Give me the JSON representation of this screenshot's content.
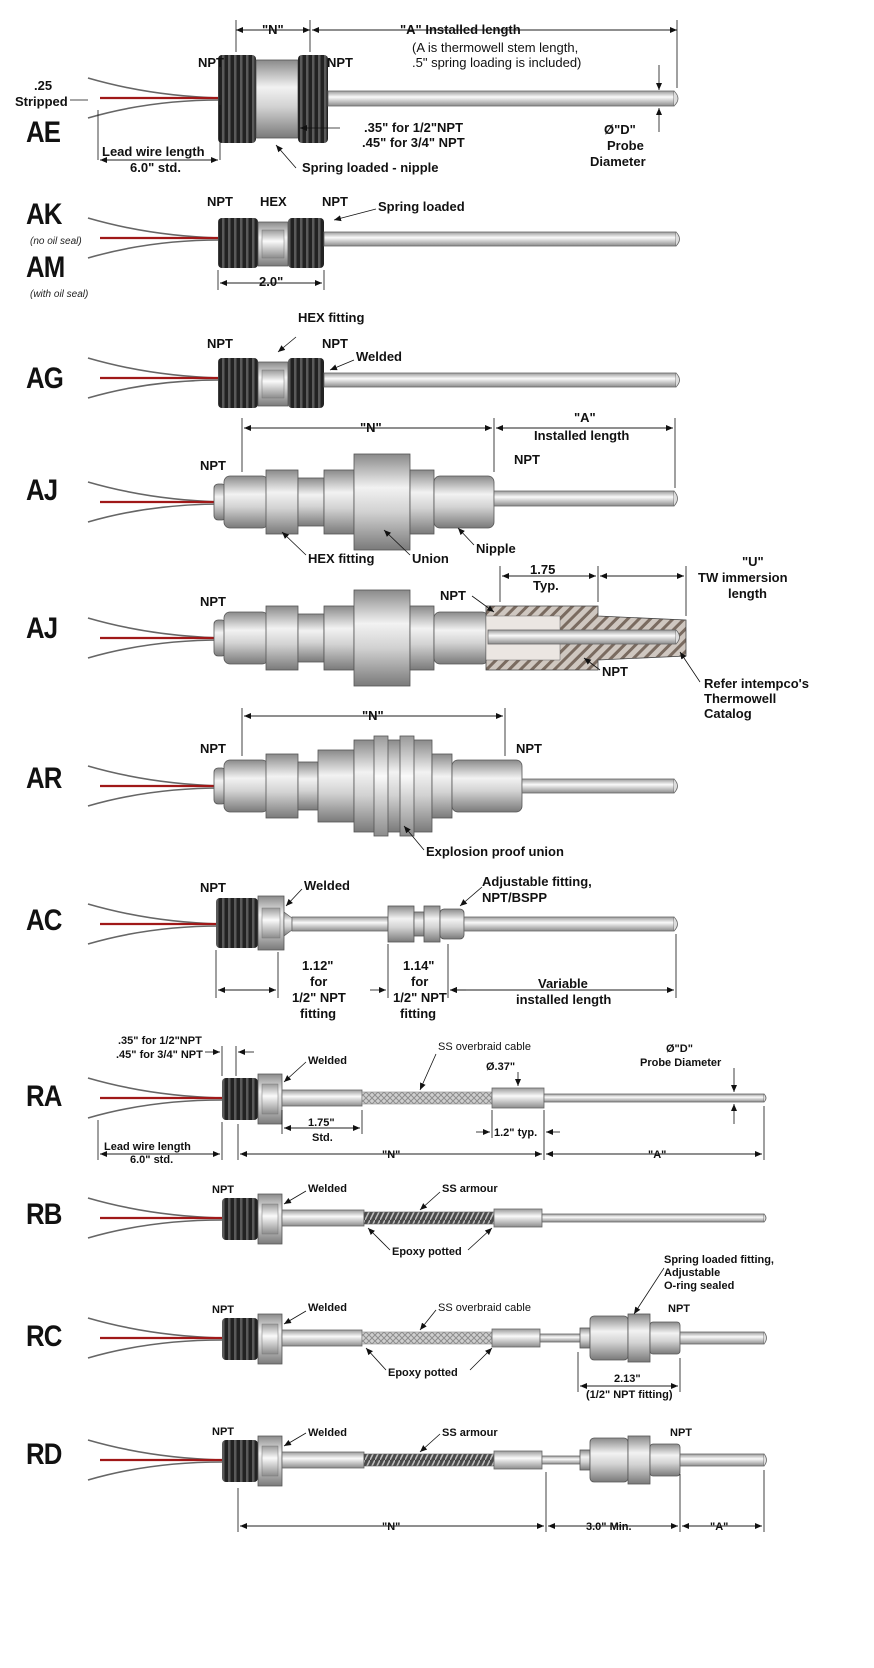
{
  "codes": {
    "ae": "AE",
    "ak": "AK",
    "am": "AM",
    "ag": "AG",
    "aj1": "AJ",
    "aj2": "AJ",
    "ar": "AR",
    "ac": "AC",
    "ra": "RA",
    "rb": "RB",
    "rc": "RC",
    "rd": "RD"
  },
  "notes": {
    "ak": "(no oil seal)",
    "am": "(with oil seal)"
  },
  "ae": {
    "npt": "NPT",
    "n": "\"N\"",
    "a": "\"A\" Installed length",
    "a_note1": "(A is thermowell stem length,",
    "a_note2": ".5\" spring loading is included)",
    "stripped1": ".25",
    "stripped2": "Stripped",
    "lead1": "Lead wire length",
    "lead2": "6.0\" std.",
    "npt_len1": ".35\" for 1/2\"NPT",
    "npt_len2": ".45\" for 3/4\" NPT",
    "spring": "Spring loaded - nipple",
    "d1": "Ø\"D\"",
    "d2": "Probe",
    "d3": "Diameter"
  },
  "ak": {
    "npt": "NPT",
    "hex": "HEX",
    "spring": "Spring loaded",
    "dim": "2.0\""
  },
  "ag": {
    "npt": "NPT",
    "hex": "HEX fitting",
    "welded": "Welded"
  },
  "aj1": {
    "npt": "NPT",
    "n": "\"N\"",
    "a1": "\"A\"",
    "a2": "Installed length",
    "hex": "HEX fitting",
    "union": "Union",
    "nipple": "Nipple"
  },
  "aj2": {
    "npt": "NPT",
    "typ1": "1.75",
    "typ2": "Typ.",
    "u1": "\"U\"",
    "u2": "TW immersion",
    "u3": "length",
    "refer1": "Refer intempco's",
    "refer2": "Thermowell",
    "refer3": "Catalog"
  },
  "ar": {
    "npt": "NPT",
    "n": "\"N\"",
    "union": "Explosion proof union"
  },
  "ac": {
    "npt": "NPT",
    "welded": "Welded",
    "adj1": "Adjustable fitting,",
    "adj2": "NPT/BSPP",
    "d1a": "1.12\"",
    "d1b": "for",
    "d1c": "1/2\" NPT",
    "d1d": "fitting",
    "d2a": "1.14\"",
    "d2b": "for",
    "d2c": "1/2\" NPT",
    "d2d": "fitting",
    "var1": "Variable",
    "var2": "installed length"
  },
  "ra": {
    "npt_len1": ".35\" for 1/2\"NPT",
    "npt_len2": ".45\" for 3/4\" NPT",
    "welded": "Welded",
    "cable": "SS overbraid cable",
    "phi": "Ø.37\"",
    "d1": "Ø\"D\"",
    "d2": "Probe Diameter",
    "std1": "1.75\"",
    "std2": "Std.",
    "typ": "1.2\" typ.",
    "lead1": "Lead wire length",
    "lead2": "6.0\" std.",
    "n": "\"N\"",
    "a": "\"A\""
  },
  "rb": {
    "npt": "NPT",
    "welded": "Welded",
    "armour": "SS armour",
    "epoxy": "Epoxy potted"
  },
  "rc": {
    "npt": "NPT",
    "welded": "Welded",
    "cable": "SS overbraid cable",
    "epoxy": "Epoxy potted",
    "spring1": "Spring loaded fitting,",
    "spring2": "Adjustable",
    "spring3": "O-ring sealed",
    "dim1": "2.13\"",
    "dim2": "(1/2\" NPT fitting)"
  },
  "rd": {
    "npt": "NPT",
    "welded": "Welded",
    "armour": "SS armour",
    "n": "\"N\"",
    "min": "3.0\" Min.",
    "a": "\"A\""
  }
}
